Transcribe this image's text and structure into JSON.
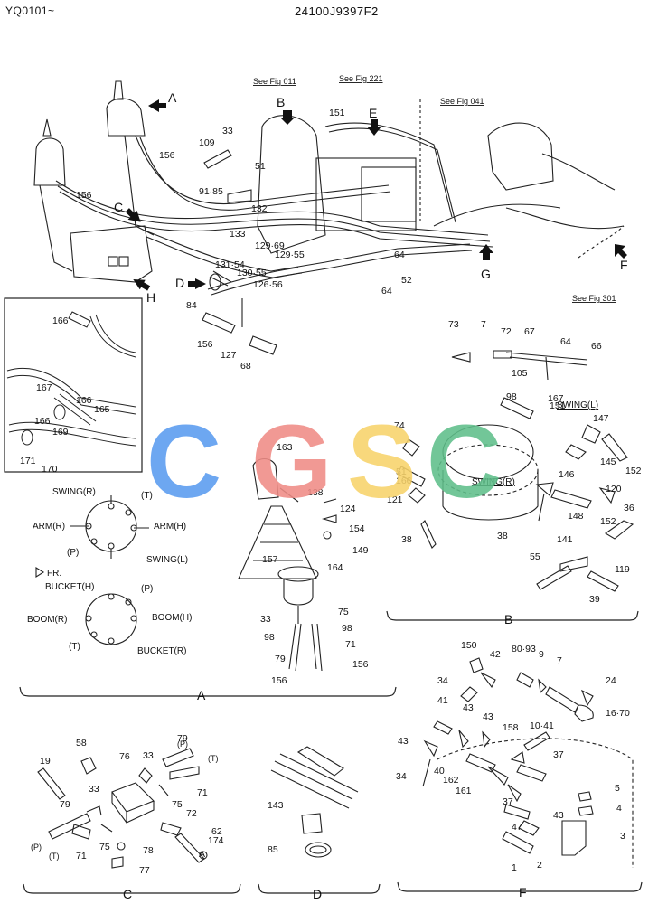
{
  "header": {
    "model_range": "YQ0101~",
    "part_number": "24100J9397F2"
  },
  "references": [
    "See Fig 011",
    "See Fig 221",
    "See Fig 041",
    "See Fig 301"
  ],
  "view_markers": [
    "A",
    "B",
    "E",
    "C",
    "D",
    "H",
    "G",
    "F"
  ],
  "section_labels": [
    "A",
    "B",
    "C",
    "D",
    "F"
  ],
  "control_pattern_left": {
    "top": "SWING(R)",
    "t_port": "(T)",
    "left": "ARM(R)",
    "right": "ARM(H)",
    "p_port": "(P)",
    "bottom": "SWING(L)"
  },
  "front_arrow": "FR.",
  "control_pattern_right": {
    "top": "BUCKET(H)",
    "p_port": "(P)",
    "left": "BOOM(R)",
    "right": "BOOM(H)",
    "t_port": "(T)",
    "bottom": "BUCKET(R)"
  },
  "swing_labels": [
    "SWING(L)",
    "SWING(R)"
  ],
  "port_labels_c": [
    "(P)",
    "(T)",
    "(P)",
    "(T)"
  ],
  "watermark": {
    "letters": [
      "C",
      "G",
      "S",
      "C"
    ],
    "colors": [
      "#5a9bf0",
      "#f08c86",
      "#f8d36a",
      "#5fbf8a"
    ]
  },
  "callouts": {
    "main": [
      "33",
      "109",
      "156",
      "156",
      "91·85",
      "132",
      "133",
      "51",
      "151",
      "129·69",
      "129·55",
      "131·54",
      "130·55",
      "126·56",
      "84",
      "156",
      "127",
      "68",
      "64",
      "52",
      "64"
    ],
    "inset": [
      "166",
      "167",
      "166",
      "165",
      "166",
      "169",
      "171",
      "170"
    ],
    "a": [
      "163",
      "138",
      "124",
      "154",
      "149",
      "157",
      "164",
      "75",
      "98",
      "33",
      "98",
      "79",
      "71",
      "156",
      "156"
    ],
    "b": [
      "73",
      "7",
      "72",
      "67",
      "64",
      "66",
      "105",
      "98",
      "167",
      "151",
      "147",
      "74",
      "145",
      "152",
      "51",
      "166",
      "146",
      "120",
      "121",
      "36",
      "148",
      "152",
      "38",
      "38",
      "141",
      "55",
      "119",
      "39"
    ],
    "c": [
      "58",
      "76",
      "33",
      "79",
      "71",
      "19",
      "33",
      "79",
      "75",
      "72",
      "62",
      "174",
      "71",
      "75",
      "78",
      "77",
      "A"
    ],
    "d": [
      "143",
      "85"
    ],
    "f": [
      "150",
      "42",
      "80·93",
      "9",
      "7",
      "24",
      "34",
      "16·70",
      "41",
      "43",
      "43",
      "158",
      "10·41",
      "43",
      "37",
      "40",
      "34",
      "162",
      "161",
      "37",
      "5",
      "4",
      "47",
      "43",
      "3",
      "1",
      "2"
    ]
  }
}
